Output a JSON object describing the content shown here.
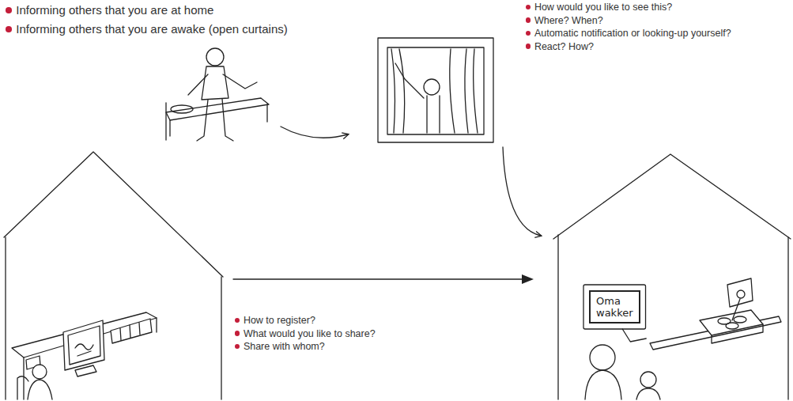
{
  "diagram": {
    "nodes": [
      {
        "text": [
          "Oma wakker"
        ]
      }
    ],
    "labels": [
      "Informing others that you are at home",
      "Informing others that you are awake (open curtains)",
      "How would you like to see this?",
      "Where? When?",
      "Automatic notification or looking-up yourself?",
      "React? How?",
      "How to register?",
      "What would you like to share?",
      "Share with whom?"
    ]
  }
}
